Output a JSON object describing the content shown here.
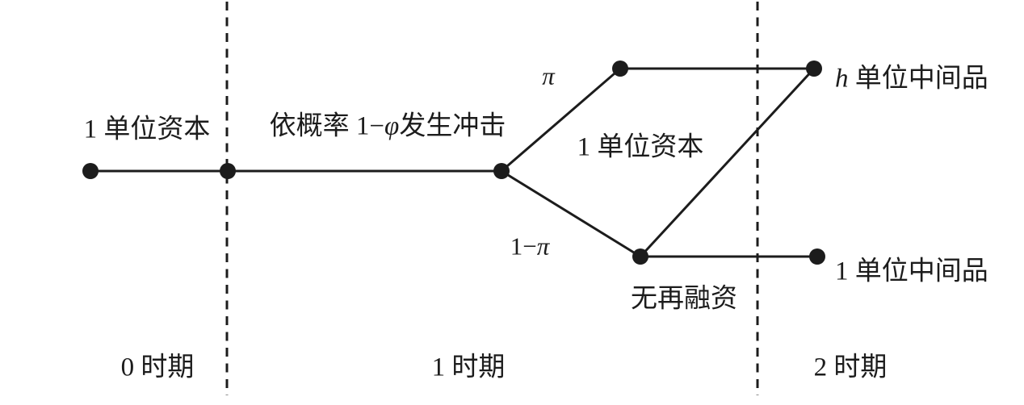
{
  "diagram": {
    "colors": {
      "ink": "#1c1c1c",
      "background": "#ffffff"
    },
    "labels": {
      "initial_capital": "1 单位资本",
      "shock": {
        "prefix": "依概率 1−",
        "phi": "φ",
        "suffix": "发生冲击"
      },
      "branch_up_prob": "π",
      "branch_down_prob": {
        "prefix": "1−",
        "pi": "π"
      },
      "mid_capital": "1 单位资本",
      "no_refinance": "无再融资",
      "outcome_high": {
        "var": "h",
        "rest": " 单位中间品"
      },
      "outcome_low": "1 单位中间品"
    },
    "periods": {
      "period_0": "0 时期",
      "period_1": "1 时期",
      "period_2": "2 时期"
    }
  }
}
